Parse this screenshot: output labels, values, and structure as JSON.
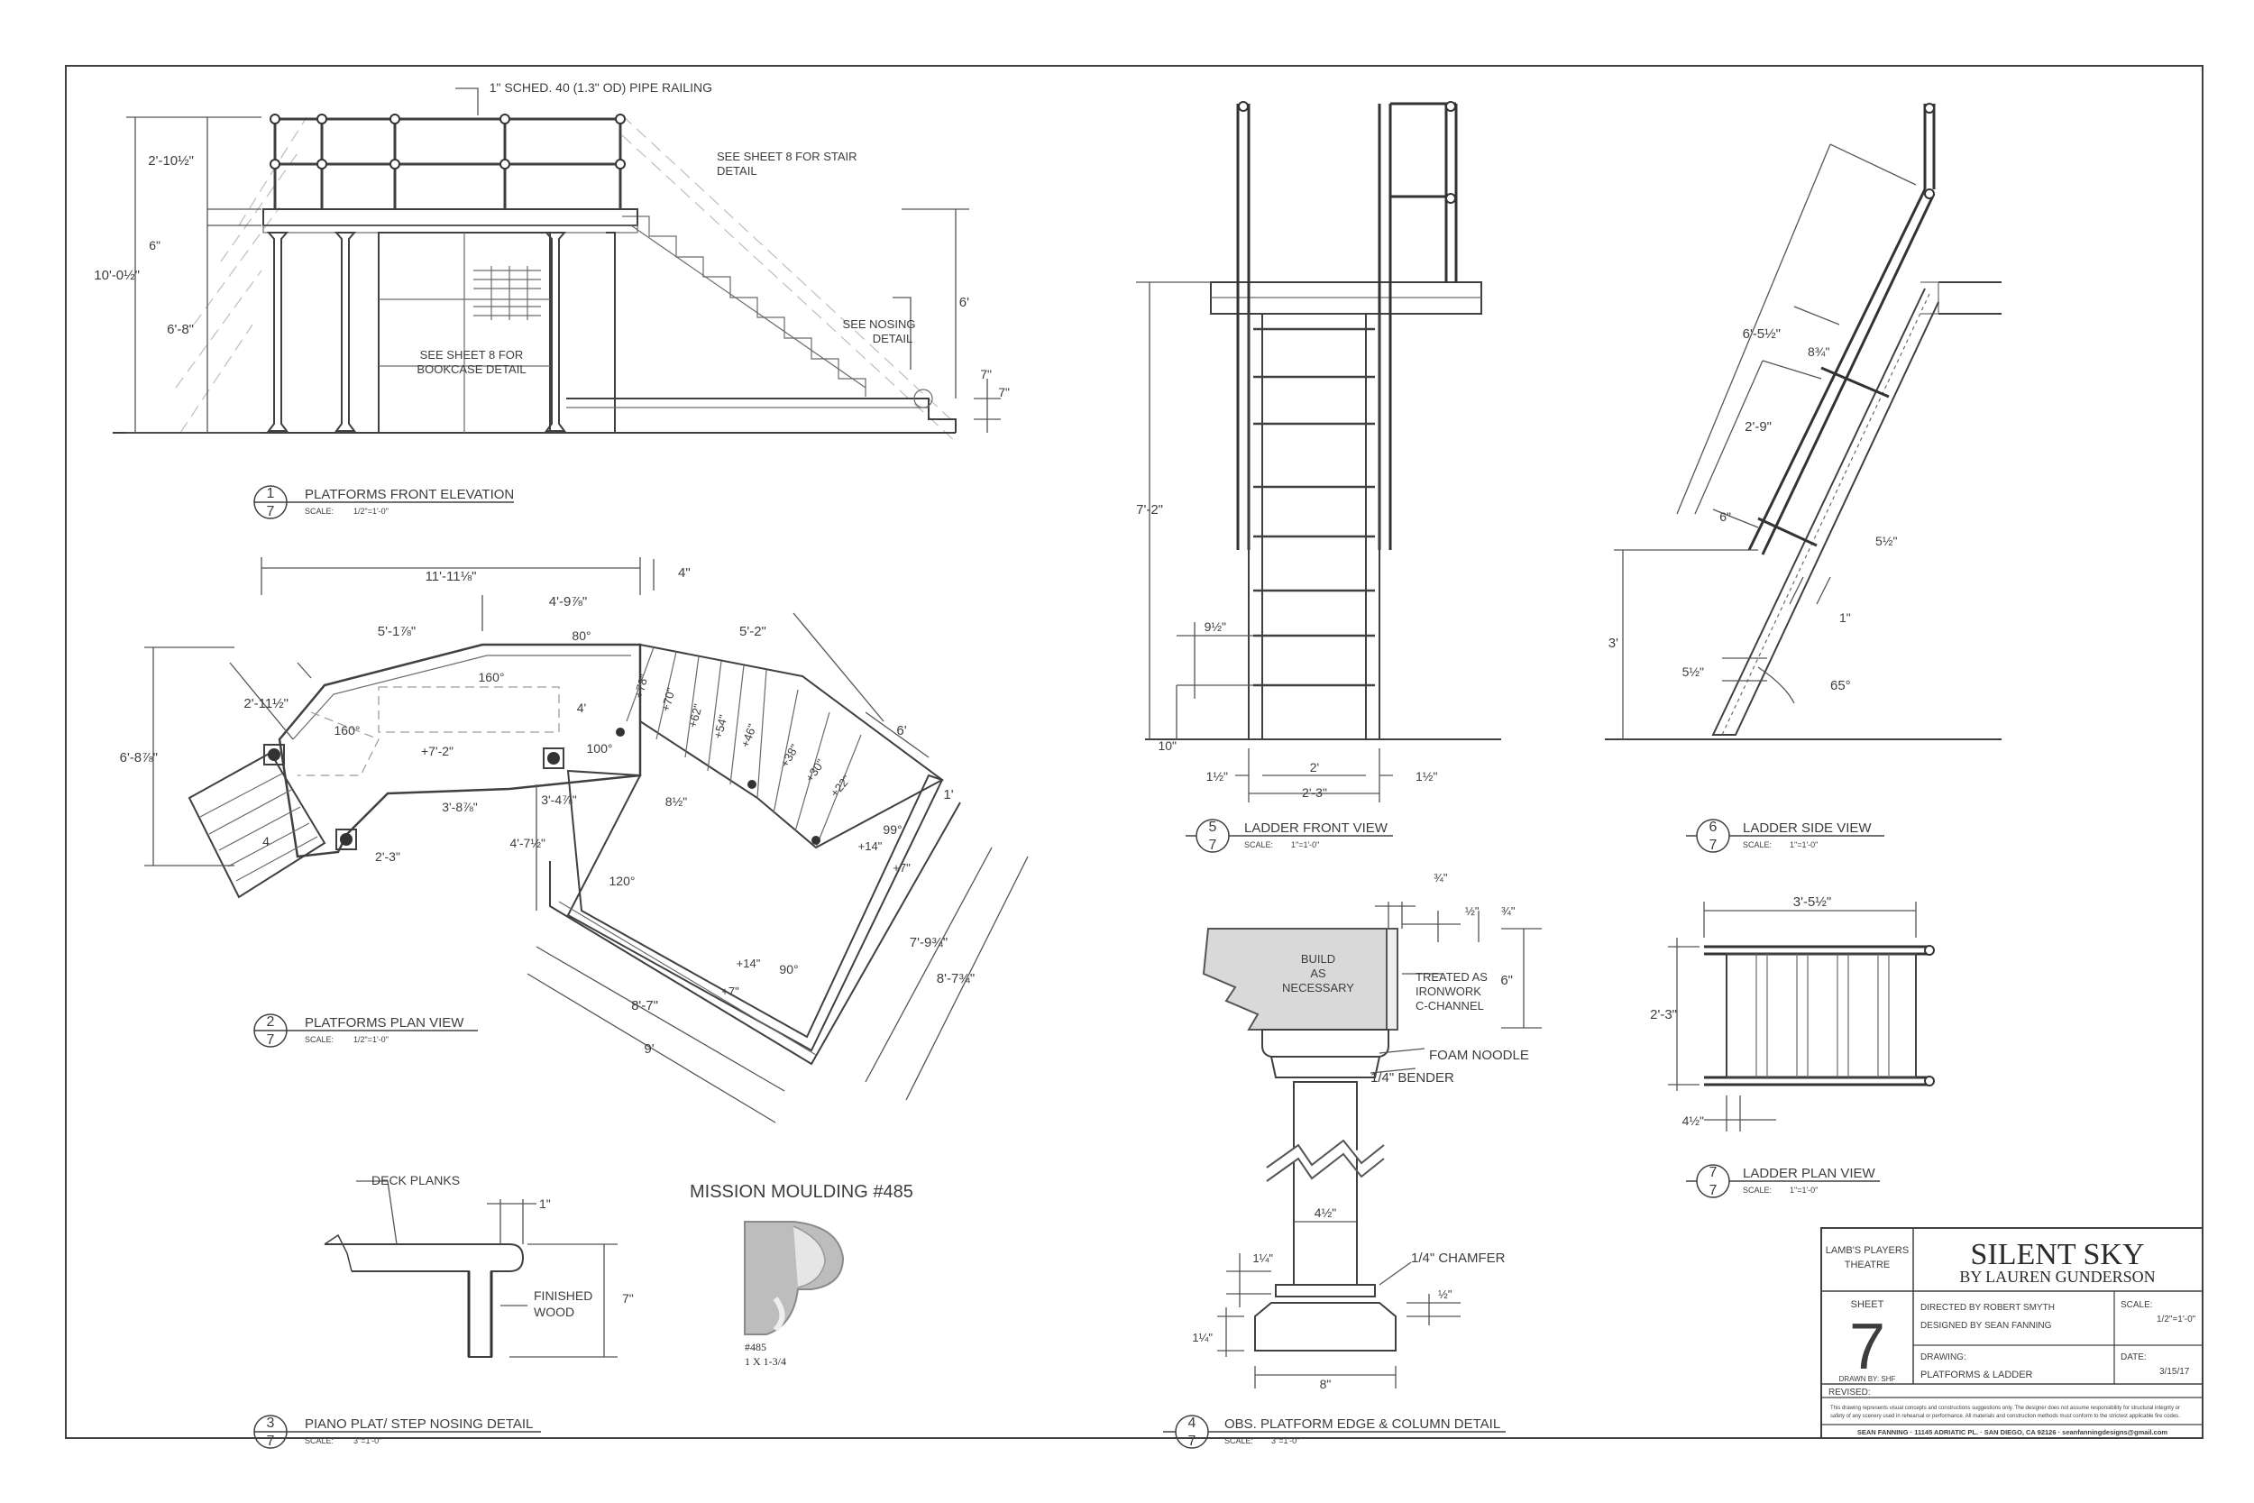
{
  "views": {
    "v1": {
      "num": "1",
      "sheet": "7",
      "title": "PLATFORMS FRONT ELEVATION",
      "scale_label": "SCALE:",
      "scale": "1/2\"=1'-0\""
    },
    "v2": {
      "num": "2",
      "sheet": "7",
      "title": "PLATFORMS PLAN VIEW",
      "scale_label": "SCALE:",
      "scale": "1/2\"=1'-0\""
    },
    "v3": {
      "num": "3",
      "sheet": "7",
      "title": "PIANO PLAT/ STEP NOSING DETAIL",
      "scale_label": "SCALE:",
      "scale": "3\"=1'-0\""
    },
    "v4": {
      "num": "4",
      "sheet": "7",
      "title": "OBS. PLATFORM EDGE & COLUMN DETAIL",
      "scale_label": "SCALE:",
      "scale": "3\"=1'-0\""
    },
    "v5": {
      "num": "5",
      "sheet": "7",
      "title": "LADDER FRONT VIEW",
      "scale_label": "SCALE:",
      "scale": "1\"=1'-0\""
    },
    "v6": {
      "num": "6",
      "sheet": "7",
      "title": "LADDER SIDE VIEW",
      "scale_label": "SCALE:",
      "scale": "1\"=1'-0\""
    },
    "v7": {
      "num": "7",
      "sheet": "7",
      "title": "LADDER PLAN VIEW",
      "scale_label": "SCALE:",
      "scale": "1\"=1'-0\""
    }
  },
  "notes": {
    "pipe_railing": "1\" SCHED. 40 (1.3\" OD) PIPE RAILING",
    "stair_detail": [
      "SEE SHEET 8 FOR STAIR",
      "DETAIL"
    ],
    "bookcase_detail": [
      "SEE SHEET 8 FOR",
      "BOOKCASE DETAIL"
    ],
    "nosing_detail": [
      "SEE NOSING",
      "DETAIL"
    ],
    "deck_planks": "DECK PLANKS",
    "finished_wood": [
      "FINISHED",
      "WOOD"
    ],
    "moulding_title": "MISSION MOULDING #485",
    "moulding_caption": [
      "#485",
      "1 X 1-3/4"
    ],
    "build_as_necessary": [
      "BUILD",
      "AS",
      "NECESSARY"
    ],
    "treated_as": [
      "TREATED AS",
      "IRONWORK",
      "C-CHANNEL"
    ],
    "foam_noodle": "FOAM NOODLE",
    "bender": "1/4\" BENDER",
    "chamfer": "1/4\" CHAMFER"
  },
  "dimensions": {
    "elev": {
      "rail_h": "2'-10½\"",
      "total_h": "10'-0½\"",
      "deck_t": "6\"",
      "lower_h": "6'-8\"",
      "right_h": "6'",
      "step1": "7\"",
      "step2": "7\""
    },
    "plan": {
      "overall": "11'-11⅛\"",
      "left_seg": "5'-1⅞\"",
      "mid_seg": "4'-9⅞\"",
      "gap": "4\"",
      "stair_len": "5'-2\"",
      "left_w": "2'-11½\"",
      "height": "6'-8⅞\"",
      "ang160a": "160°",
      "ang160b": "160°",
      "ang80": "80°",
      "depth4": "4'",
      "ang100": "100°",
      "elev_plat": "+7'-2\"",
      "d3_8": "3'-8⅞\"",
      "d3_4": "3'-4⅞\"",
      "d8_5": "8½\"",
      "d2_3": "2'-3\"",
      "d4_7": "4'-7½\"",
      "ang120": "120°",
      "ang90": "90°",
      "ang99": "99°",
      "six": "6'",
      "one": "1'",
      "d7_9": "7'-9¾\"",
      "d8_7b": "8'-7¾\"",
      "d8_7": "8'-7\"",
      "nine": "9'",
      "p14a": "+14\"",
      "p14b": "+14\"",
      "p7a": "+7\"",
      "p7b": "+7\"",
      "steps": [
        "+78\"",
        "+70\"",
        "+62\"",
        "+54\"",
        "+46\"",
        "+38\"",
        "+30\"",
        "+22\""
      ],
      "four": "4"
    },
    "ladder_front": {
      "height": "7'-2\"",
      "rung": "9½\"",
      "bottom": "10\"",
      "w_in": "2'",
      "w_out": "2'-3\"",
      "side_l": "1½\"",
      "side_r": "1½\""
    },
    "ladder_side": {
      "d1": "6'-5½\"",
      "d2": "8¾\"",
      "d3": "2'-9\"",
      "d4": "6\"",
      "d5": "5½\"",
      "h": "3'",
      "r1": "1\"",
      "r2": "5½\"",
      "ang": "65°"
    },
    "ladder_plan": {
      "w": "3'-5½\"",
      "d": "2'-3\"",
      "b": "4½\""
    },
    "nosing": {
      "t": "1\"",
      "h": "7\""
    },
    "column": {
      "a": "¾\"",
      "b": "½\"",
      "c": "¾\"",
      "d": "6\"",
      "e": "4½\"",
      "f": "1¼\"",
      "g": "½\"",
      "h": "1¼\"",
      "w": "8\""
    }
  },
  "title_block": {
    "theatre": [
      "LAMB'S PLAYERS",
      "THEATRE"
    ],
    "show_title": "SILENT SKY",
    "author": "BY LAUREN GUNDERSON",
    "sheet_label": "SHEET",
    "sheet_no": "7",
    "drawn_by": "DRAWN BY: SHF",
    "directed_by": "DIRECTED BY ROBERT SMYTH",
    "designed_by": "DESIGNED BY SEAN FANNING",
    "scale_label": "SCALE:",
    "scale_value": "1/2\"=1'-0\"",
    "drawing_label": "DRAWING:",
    "drawing_value": "PLATFORMS & LADDER",
    "date_label": "DATE:",
    "date_value": "3/15/17",
    "revised": "REVISED:",
    "disclaimer": [
      "This drawing represents visual concepts and constructions suggestions only. The designer does not assume responsibility for structural integrity or",
      "safety of any scenery used in rehearsal or performance. All materials and construction methods must conform to the strictest applicable fire codes."
    ],
    "footer": "SEAN FANNING  ·  11145 ADRIATIC PL.  ·  SAN DIEGO, CA 92126  ·  seanfanningdesigns@gmail.com"
  }
}
